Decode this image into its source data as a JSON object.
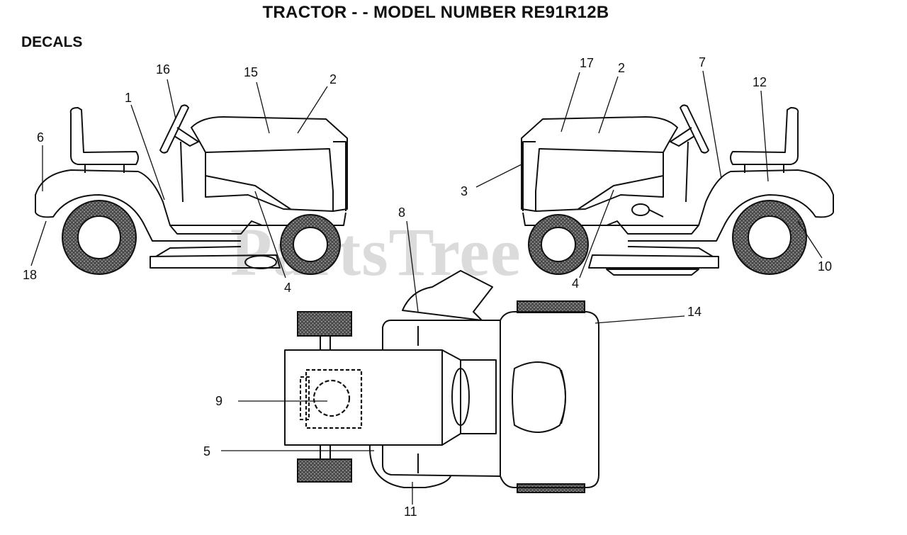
{
  "title": "TRACTOR - - MODEL NUMBER RE91R12B",
  "section_label": "DECALS",
  "watermark": "PartsTree",
  "callouts": {
    "left_view": [
      "16",
      "15",
      "2",
      "1",
      "6",
      "18",
      "4"
    ],
    "right_view": [
      "17",
      "2",
      "7",
      "12",
      "3",
      "4",
      "10"
    ],
    "top_view": [
      "8",
      "14",
      "9",
      "5",
      "11"
    ]
  }
}
